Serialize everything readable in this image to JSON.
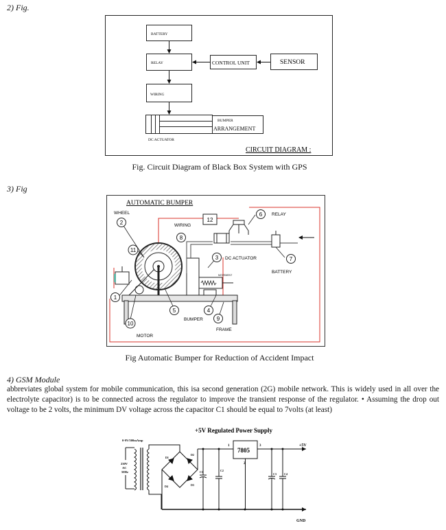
{
  "fig2": {
    "heading": "2)   Fig.",
    "caption": "Fig.  Circuit Diagram of Black Box System with GPS",
    "labels": {
      "battery": "BATTERY",
      "relay": "RELAY",
      "control_unit": "CONTROL UNIT",
      "sensor": "SENSOR",
      "wiring": "WIRING",
      "bumper": "BUMPER",
      "arrangement": "ARRANGEMENT",
      "dc_actuator": "DC ACTUATOR",
      "circuit_diagram": "CIRCUIT DIAGRAM :"
    }
  },
  "fig3": {
    "heading": "3)   Fig",
    "caption": "Fig Automatic Bumper for Reduction of Accident Impact",
    "labels": {
      "title": "AUTOMATIC  BUMPER",
      "wheel": "WHEEL",
      "wiring": "WIRING",
      "relay": "RELAY",
      "dc_actuator": "DC ACTUATOR",
      "battery": "BATTERY",
      "bumper": "BUMPER",
      "frame": "FRAME",
      "motor": "MOTOR",
      "movement": "MOVEMENT"
    },
    "numbers": [
      "1",
      "2",
      "3",
      "4",
      "5",
      "6",
      "7",
      "8",
      "9",
      "10",
      "11",
      "12"
    ]
  },
  "section4": {
    "heading": "4)   GSM Module",
    "paragraph": " abbreviates global system for mobile communication, this isa second generation (2G) mobile network. This is widely used in all over the electrolyte capacitor) is to be connected across the regulator to improve the transient response of the regulator. • Assuming the drop out voltage to be 2 volts, the minimum DV voltage across the capacitor C1 should be equal to 7volts (at least)"
  },
  "fig4": {
    "title": "+5V Regulated Power Supply",
    "transformer": "0-9V/500mAmp",
    "ac_in": [
      "230V",
      "AC",
      "50Hz"
    ],
    "regulator": "7805",
    "pin1": "1",
    "pin2": "2",
    "pin3": "3",
    "output": "+5V",
    "gnd": "GND",
    "diodes": [
      "D1",
      "D2",
      "D3",
      "D4"
    ],
    "caps": [
      "C1",
      "C2",
      "C3",
      "C4"
    ]
  }
}
